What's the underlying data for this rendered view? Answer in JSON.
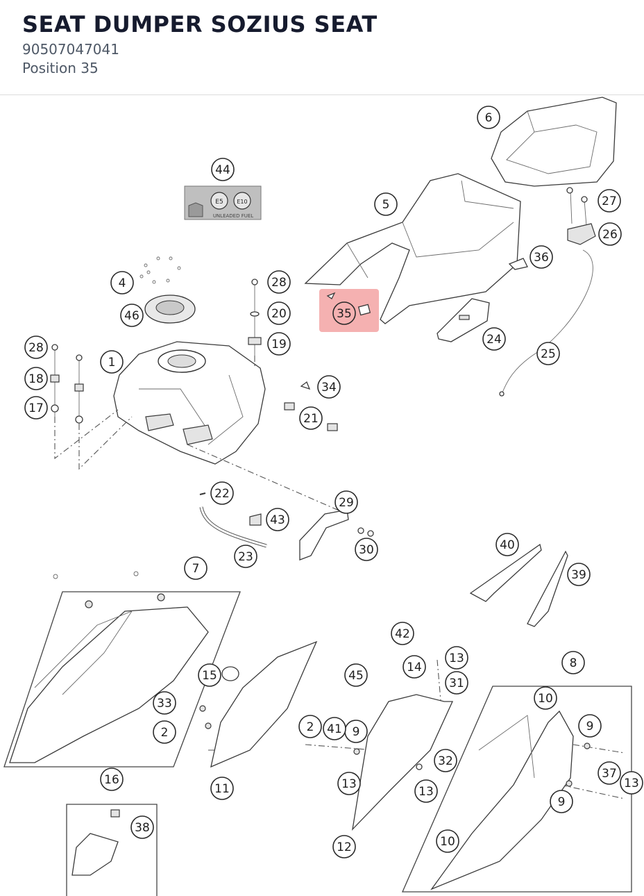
{
  "part": {
    "title": "SEAT DUMPER SOZIUS SEAT",
    "number": "90507047041",
    "position": "Position 35"
  },
  "highlight": {
    "callout": "35",
    "color": "#f4a9a9"
  },
  "label": {
    "e5": "E5",
    "e10": "E10",
    "fuel": "UNLEADED FUEL"
  },
  "callouts": {
    "c1": "1",
    "c2a": "2",
    "c2b": "2",
    "c4": "4",
    "c5": "5",
    "c6": "6",
    "c7": "7",
    "c8": "8",
    "c9a": "9",
    "c9b": "9",
    "c9c": "9",
    "c10a": "10",
    "c10b": "10",
    "c11": "11",
    "c12": "12",
    "c13a": "13",
    "c13b": "13",
    "c13c": "13",
    "c13d": "13",
    "c14": "14",
    "c15": "15",
    "c16": "16",
    "c17": "17",
    "c18": "18",
    "c19": "19",
    "c20": "20",
    "c21": "21",
    "c22": "22",
    "c23": "23",
    "c24": "24",
    "c25": "25",
    "c26": "26",
    "c27": "27",
    "c28a": "28",
    "c28b": "28",
    "c29": "29",
    "c30": "30",
    "c31": "31",
    "c32": "32",
    "c33": "33",
    "c34": "34",
    "c35": "35",
    "c36": "36",
    "c37": "37",
    "c38": "38",
    "c39": "39",
    "c40": "40",
    "c41": "41",
    "c42": "42",
    "c43": "43",
    "c44": "44",
    "c45": "45",
    "c46": "46"
  }
}
